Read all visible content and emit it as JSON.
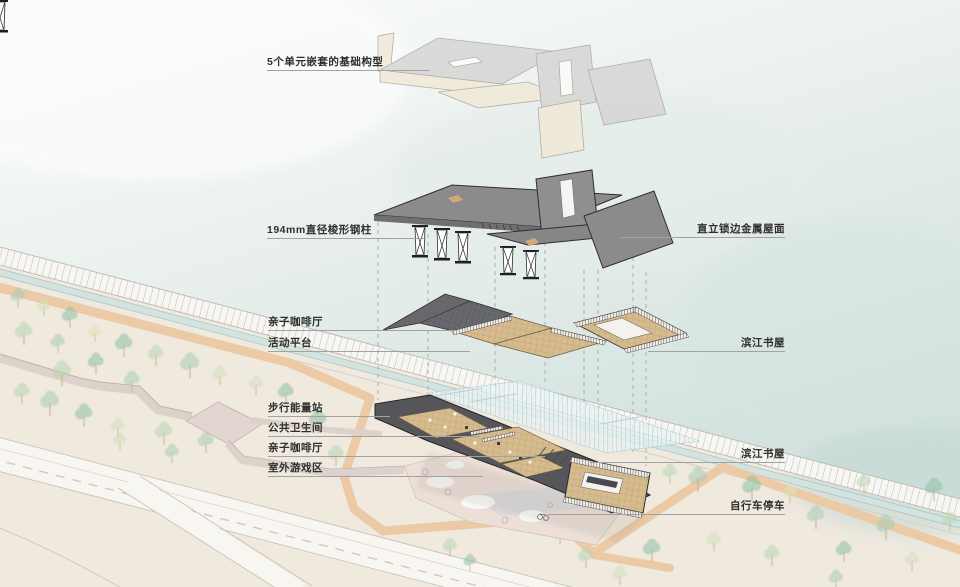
{
  "annotations": {
    "concept": "5个单元嵌套的基础构型",
    "steel_column": "194mm直径梭形钢柱",
    "metal_roof": "直立锁边金属屋面",
    "family_cafe_upper": "亲子咖啡厅",
    "activity_platform": "活动平台",
    "book_house_upper": "滨江书屋",
    "walking_energy_station": "步行能量站",
    "public_toilet": "公共卫生间",
    "family_cafe_lower": "亲子咖啡厅",
    "outdoor_play_area": "室外游戏区",
    "book_house_lower": "滨江书屋",
    "bicycle_parking": "自行车停车"
  },
  "colors": {
    "water": "#d6e4e0",
    "land": "#efe9de",
    "path_orange": "#ecc8a2",
    "roof_gray": "#8b8b8d",
    "roof_dark": "#6f6f71",
    "wood": "#d6bb8e",
    "concept_plane": "#d6d7d4",
    "concept_side": "#f1e9d8",
    "glass": "#aecfd6",
    "ground_plate": "#56565a",
    "plaza_pink": "#ecdfd7",
    "walkway": "#ddd1cb",
    "leader_line": "#a2a2a2",
    "label_text": "#2f2f2f"
  }
}
